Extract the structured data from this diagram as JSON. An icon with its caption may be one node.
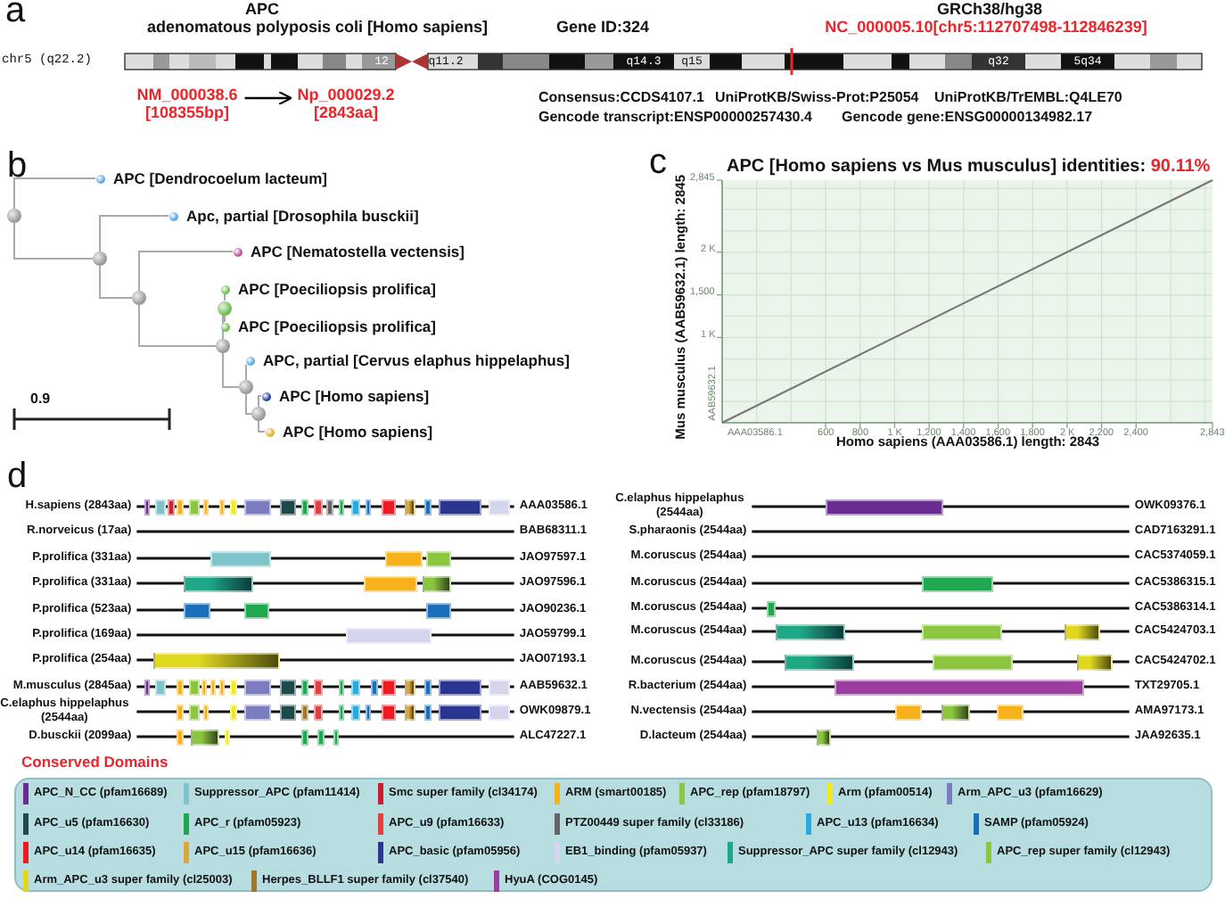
{
  "diagram": {
    "nodes": [
      {
        "text": [
          "NM_000038.6",
          "[108355bp]"
        ]
      },
      {
        "text": [
          "Np_000029.2",
          "[2843aa]"
        ]
      },
      {
        "text": [],
        "shape": "circle"
      },
      {
        "text": [
          "APC [Dendrocoelum lacteum]"
        ]
      },
      {
        "text": [],
        "shape": "circle"
      },
      {
        "text": [
          "Apc, partial [Drosophila busckii]"
        ]
      },
      {
        "text": [],
        "shape": "circle"
      },
      {
        "text": [
          "APC [Nematostella vectensis]"
        ]
      },
      {
        "text": [],
        "shape": "circle"
      },
      {
        "text": [],
        "shape": "circle"
      },
      {
        "text": [
          "APC [Poeciliopsis prolifica]"
        ]
      },
      {
        "text": [
          "APC [Poeciliopsis prolifica]"
        ]
      },
      {
        "text": [],
        "shape": "circle"
      },
      {
        "text": [
          "APC, partial [Cervus elaphus hippelaphus]"
        ]
      },
      {
        "text": [],
        "shape": "circle"
      },
      {
        "text": [
          "APC [Homo sapiens]"
        ]
      },
      {
        "text": [
          "APC [Homo sapiens]"
        ]
      }
    ],
    "edges": [
      {
        "from": 0,
        "to": 1,
        "arrow": "to",
        "color": "#000000"
      },
      {
        "from": 2,
        "to": 3,
        "arrow": "none"
      },
      {
        "from": 2,
        "to": 4,
        "arrow": "none"
      },
      {
        "from": 4,
        "to": 5,
        "arrow": "none"
      },
      {
        "from": 4,
        "to": 6,
        "arrow": "none"
      },
      {
        "from": 6,
        "to": 7,
        "arrow": "none"
      },
      {
        "from": 6,
        "to": 8,
        "arrow": "none"
      },
      {
        "from": 8,
        "to": 9,
        "arrow": "none"
      },
      {
        "from": 9,
        "to": 10,
        "arrow": "none"
      },
      {
        "from": 9,
        "to": 11,
        "arrow": "none"
      },
      {
        "from": 8,
        "to": 12,
        "arrow": "none"
      },
      {
        "from": 12,
        "to": 13,
        "arrow": "none"
      },
      {
        "from": 12,
        "to": 14,
        "arrow": "none"
      },
      {
        "from": 14,
        "to": 15,
        "arrow": "none"
      },
      {
        "from": 14,
        "to": 16,
        "arrow": "none"
      }
    ],
    "labels": [
      "a",
      "APC",
      "adenomatous polyposis coli [Homo sapiens]",
      "Gene ID:324",
      "GRCh38/hg38",
      "NC_000005.10[chr5:112707498-112846239]",
      "chr5 (q22.2)",
      "12",
      "q11.2",
      "q14.3",
      "q15",
      "q32",
      "5q34",
      "Consensus:CCDS4107.1",
      "UniProtKB/Swiss-Prot:P25054",
      "UniProtKB/TrEMBL:Q4LE70",
      "Gencode transcript:ENSP00000257430.4",
      "Gencode gene:ENSG00000134982.17",
      "b",
      "0.9",
      "c",
      "d",
      "H.sapiens (2843aa)",
      "AAA03586.1",
      "R.norveicus (17aa)",
      "BAB68311.1",
      "P.prolifica (331aa)",
      "JAO97597.1",
      "P.prolifica (331aa)",
      "JAO97596.1",
      "P.prolifica (523aa)",
      "JAO90236.1",
      "P.prolifica (169aa)",
      "JAO59799.1",
      "P.prolifica (254aa)",
      "JAO07193.1",
      "M.musculus (2845aa)",
      "AAB59632.1",
      "C.elaphus hippelaphus (2544aa)",
      "OWK09879.1",
      "D.busckii (2099aa)",
      "ALC47227.1",
      "C.elaphus hippelaphus (2544aa)",
      "OWK09376.1",
      "S.pharaonis (2544aa)",
      "CAD7163291.1",
      "M.coruscus (2544aa)",
      "CAC5374059.1",
      "M.coruscus (2544aa)",
      "CAC5386315.1",
      "M.coruscus (2544aa)",
      "CAC5386314.1",
      "M.coruscus (2544aa)",
      "CAC5424703.1",
      "M.coruscus (2544aa)",
      "CAC5424702.1",
      "R.bacterium (2544aa)",
      "TXT29705.1",
      "N.vectensis (2544aa)",
      "AMA97173.1",
      "D.lacteum (2544aa)",
      "JAA92635.1",
      "Conserved Domains",
      "AAB59632.1",
      "AAA03586.1"
    ],
    "legend": [
      {
        "text": "APC_N_CC (pfam16689)",
        "color": "#6a2c91"
      },
      {
        "text": "Suppressor_APC (pfam11414)",
        "color": "#7ec4c9"
      },
      {
        "text": "Smc super family (cl34174)",
        "color": "#c8202f"
      },
      {
        "text": "ARM (smart00185)",
        "color": "#f5b21b"
      },
      {
        "text": "APC_rep (pfam18797)",
        "color": "#8cc63f"
      },
      {
        "text": "Arm (pfam00514)",
        "color": "#f2ea21"
      },
      {
        "text": "Arm_APC_u3 (pfam16629)",
        "color": "#7b7dc0"
      },
      {
        "text": "APC_u5 (pfam16630)",
        "color": "#1d4a48"
      },
      {
        "text": "APC_r (pfam05923)",
        "color": "#1fa84f"
      },
      {
        "text": "APC_u9 (pfam16633)",
        "color": "#e04040"
      },
      {
        "text": "PTZ00449 super family (cl33186)",
        "color": "#666666"
      },
      {
        "text": "APC_u13 (pfam16634)",
        "color": "#29abe2"
      },
      {
        "text": "SAMP (pfam05924)",
        "color": "#1b6fb8"
      },
      {
        "text": "APC_u14 (pfam16635)",
        "color": "#ed1c24"
      },
      {
        "text": "APC_u15 (pfam16636)",
        "color": "#d8a93a"
      },
      {
        "text": "APC_basic (pfam05956)",
        "color": "#2a3590"
      },
      {
        "text": "EB1_binding (pfam05937)",
        "color": "#d4d4ec"
      },
      {
        "text": "Suppressor_APC super family (cl12943)",
        "color": "#1fa885"
      },
      {
        "text": "APC_rep super family (cl12943)",
        "color": "#8cc63f"
      },
      {
        "text": "Arm_APC_u3 super family (cl25003)",
        "color": "#e0d820"
      },
      {
        "text": "Herpes_BLLF1 super family (cl37540)",
        "color": "#a0782a"
      },
      {
        "text": "HyuA (COG0145)",
        "color": "#9b3ea0"
      }
    ],
    "chart_data": {
      "type": "line",
      "title": "APC [Homo sapiens vs Mus musculus] identities: 90.11%",
      "xlabel": "Homo sapiens (AAA03586.1) length: 2843",
      "ylabel": "Mus musculus (AAB59632.1) length: 2845",
      "x": [
        0,
        2843
      ],
      "series": [
        {
          "color": "#777777",
          "values": [
            0,
            2845
          ]
        }
      ],
      "xlim": [
        0,
        2843
      ],
      "ylim": [
        0,
        2845
      ],
      "grid": true,
      "xticks": [
        600,
        800,
        {
          "value": 1000,
          "label": "1 K"
        },
        {
          "value": 1200,
          "label": "1,200"
        },
        {
          "value": 1400,
          "label": "1,400"
        },
        {
          "value": 1600,
          "label": "1,600"
        },
        {
          "value": 1800,
          "label": "1,800"
        },
        {
          "value": 2000,
          "label": "2 K"
        },
        {
          "value": 2200,
          "label": "2,200"
        },
        {
          "value": 2400,
          "label": "2,400"
        },
        {
          "value": 2843,
          "label": "2,843"
        }
      ],
      "yticks": [
        {
          "value": 1000,
          "label": "1 K"
        },
        {
          "value": 1500,
          "label": "1,500"
        },
        {
          "value": 2000,
          "label": "2 K"
        },
        {
          "value": 2845,
          "label": "2,845"
        }
      ]
    }
  }
}
